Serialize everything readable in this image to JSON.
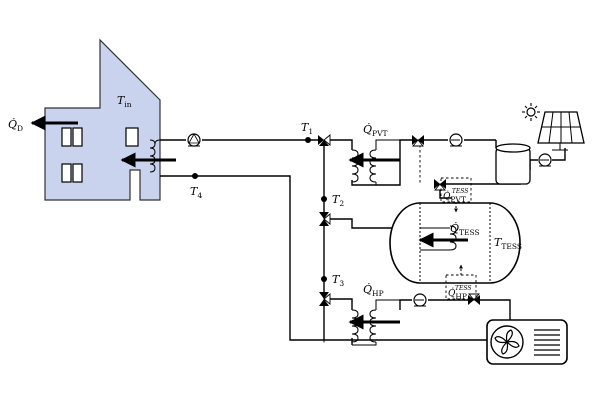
{
  "labels": {
    "q_d": {
      "main": "Q̇",
      "sub": "D"
    },
    "t_in": {
      "main": "T",
      "sub": "in"
    },
    "t_1": {
      "main": "T",
      "sub": "1"
    },
    "t_2": {
      "main": "T",
      "sub": "2"
    },
    "t_3": {
      "main": "T",
      "sub": "3"
    },
    "t_4": {
      "main": "T",
      "sub": "4"
    },
    "q_pvt": {
      "main": "Q̇",
      "sub": "PVT"
    },
    "q_hp": {
      "main": "Q̇",
      "sub": "HP"
    },
    "q_tess": {
      "main": "Q̇",
      "sub": "TESS"
    },
    "t_tess": {
      "main": "T",
      "sub": "TESS"
    },
    "q_pvt_tess": {
      "main": "Q̇",
      "sub": "PVT",
      "sup": "TESS"
    },
    "q_hp_tess": {
      "main": "Q̇",
      "sub": "HP",
      "sup": "TESS"
    }
  },
  "colors": {
    "house_fill": "#c9d3ee",
    "house_stroke": "#333333",
    "line": "#000000",
    "solar_panel": "#ffffff"
  },
  "icons": {
    "sun": "sun-icon",
    "pump": "pump-icon",
    "valve": "three-way-valve-icon",
    "fan": "fan-icon"
  }
}
